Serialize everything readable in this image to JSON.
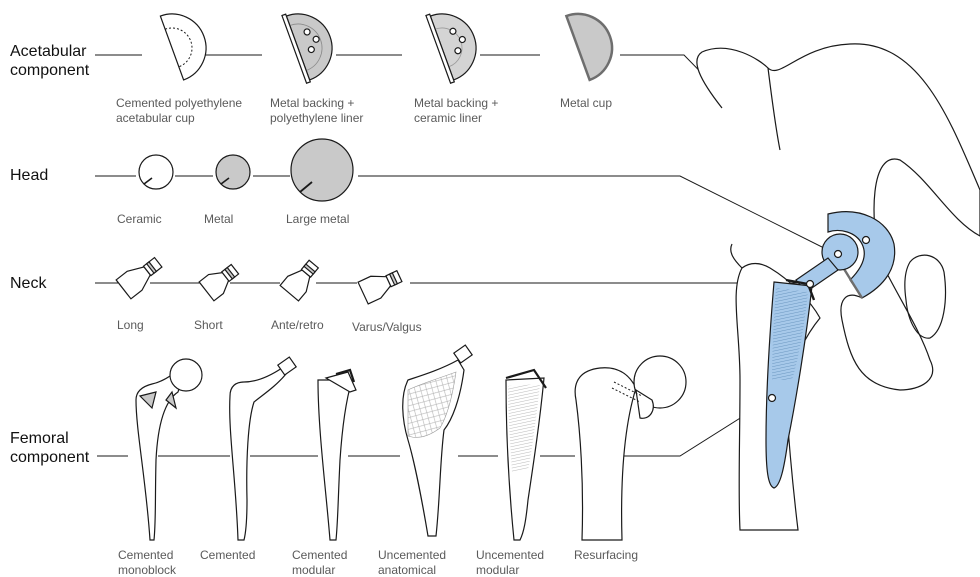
{
  "colors": {
    "outline": "#1a1a1a",
    "implant_grey": "#c9c9c9",
    "implant_dark": "#6e6e6e",
    "highlight_blue": "#a7c9ea",
    "label_grey": "#5a5a5a",
    "title_black": "#111111"
  },
  "rows": {
    "acetabular": {
      "title": [
        "Acetabular",
        "component"
      ],
      "items": [
        [
          "Cemented polyethylene",
          "acetabular cup"
        ],
        [
          "Metal backing +",
          "polyethylene liner"
        ],
        [
          "Metal backing +",
          "ceramic liner"
        ],
        [
          "Metal cup"
        ]
      ]
    },
    "head": {
      "title": [
        "Head"
      ],
      "items": [
        [
          "Ceramic"
        ],
        [
          "Metal"
        ],
        [
          "Large metal"
        ]
      ]
    },
    "neck": {
      "title": [
        "Neck"
      ],
      "items": [
        [
          "Long"
        ],
        [
          "Short"
        ],
        [
          "Ante/retro"
        ],
        [
          "Varus/Valgus"
        ]
      ]
    },
    "femoral": {
      "title": [
        "Femoral",
        "component"
      ],
      "items": [
        [
          "Cemented",
          "monoblock"
        ],
        [
          "Cemented"
        ],
        [
          "Cemented",
          "modular"
        ],
        [
          "Uncemented",
          "anatomical"
        ],
        [
          "Uncemented",
          "modular"
        ],
        [
          "Resurfacing"
        ]
      ]
    }
  }
}
